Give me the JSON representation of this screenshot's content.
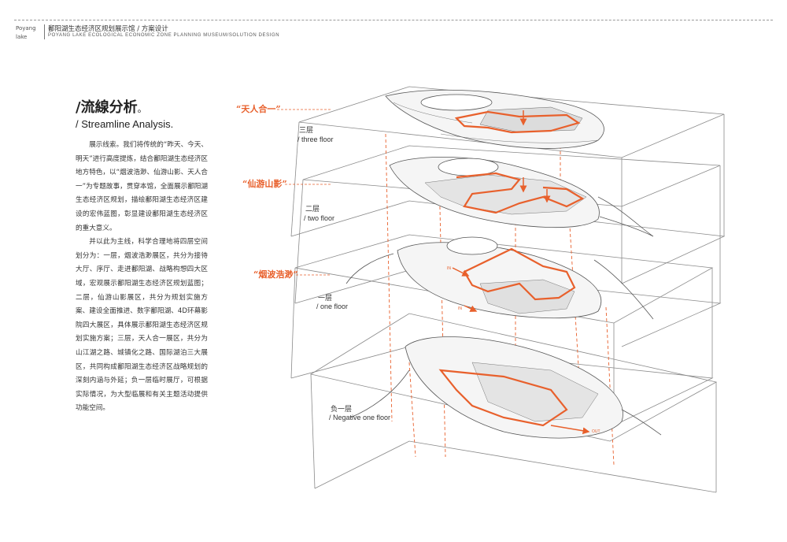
{
  "header": {
    "brand_line1": "Poyang",
    "brand_line2": "lake",
    "title_cn": "鄱阳湖生态经济区规划展示馆 / 方案设计",
    "title_en": "POYANG LAKE ECOLOGICAL ECONOMIC ZONE PLANNING MUSEUM/SOLUTION DESIGN"
  },
  "section": {
    "title_cn": "/流線分析",
    "title_dot": "。",
    "title_en": "/ Streamline Analysis."
  },
  "body": {
    "paragraphs": [
      "展示线索。我们将传统的“昨天、今天、明天”进行高度提炼，结合鄱阳湖生态经济区地方特色，以“烟波浩渺、仙游山影、天人合一”为专题故事，贯穿本馆，全面展示鄱阳湖生态经济区规划，描绘鄱阳湖生态经济区建设的宏伟蓝图，彰显建设鄱阳湖生态经济区的重大意义。",
      "并以此为主线，科学合理地将四层空间划分为：一层，烟波浩渺展区，共分为接待大厅、序厅、走进鄱阳湖、战略构想四大区域，宏观展示鄱阳湖生态经济区规划蓝图；二层，仙游山影展区，共分为规划实施方案、建设全面推进、数字鄱阳湖、4D环幕影院四大展区，具体展示鄱阳湖生态经济区规划实施方案；三层，天人合一展区，共分为山江湖之路、城镇化之路、国际湖泊三大展区，共同构成鄱阳湖生态经济区战略规划的深刻内涵与外延；负一层临时展厅，可根据实际情况，为大型临展和有关主题活动提供功能空间。"
    ]
  },
  "diagram": {
    "floors": [
      {
        "cn": "三层",
        "en": "/ three floor"
      },
      {
        "cn": "二层",
        "en": "/ two floor"
      },
      {
        "cn": "一层",
        "en": "/ one floor"
      },
      {
        "cn": "负一层",
        "en": "/ Negative one floor"
      }
    ],
    "themes": [
      {
        "text": "“天人合一”"
      },
      {
        "text": "“仙游山影”"
      },
      {
        "text": "“烟波浩渺”"
      }
    ],
    "markers": {
      "in_1": "IN",
      "in_2": "IN",
      "out": "OUT"
    },
    "colors": {
      "accent": "#e8602c",
      "line": "#777777",
      "dash": "#e8602c"
    }
  }
}
